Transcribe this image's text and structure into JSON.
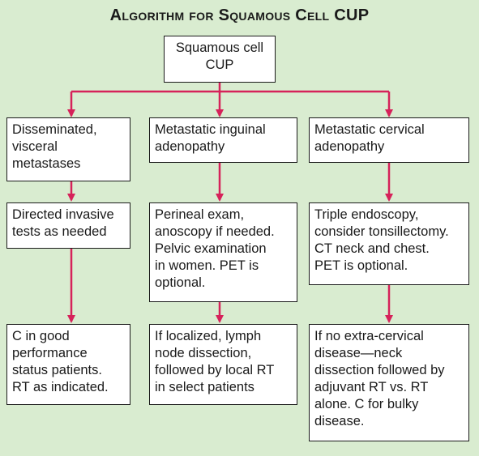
{
  "title": "Algorithm for Squamous Cell CUP",
  "colors": {
    "background": "#d9ecd0",
    "arrow": "#d6225a",
    "box_border": "#1a1a1a",
    "box_fill": "#ffffff"
  },
  "nodes": {
    "root": "Squamous cell\nCUP",
    "branch_1": {
      "level_1": "Disseminated,\nvisceral\nmetastases",
      "level_2": "Directed invasive\ntests as needed",
      "level_3": "C in good\nperformance\nstatus patients.\nRT as indicated."
    },
    "branch_2": {
      "level_1": "Metastatic inguinal\nadenopathy",
      "level_2": "Perineal exam,\nanoscopy if needed.\nPelvic examination\nin women. PET is\noptional.",
      "level_3": "If localized, lymph\nnode dissection,\nfollowed by local RT\nin select patients"
    },
    "branch_3": {
      "level_1": "Metastatic cervical\nadenopathy",
      "level_2": "Triple endoscopy,\nconsider tonsillectomy.\nCT neck and chest.\nPET is optional.",
      "level_3": "If no extra-cervical\ndisease—neck\ndissection followed by\nadjuvant RT vs. RT\nalone. C for bulky\ndisease."
    }
  }
}
